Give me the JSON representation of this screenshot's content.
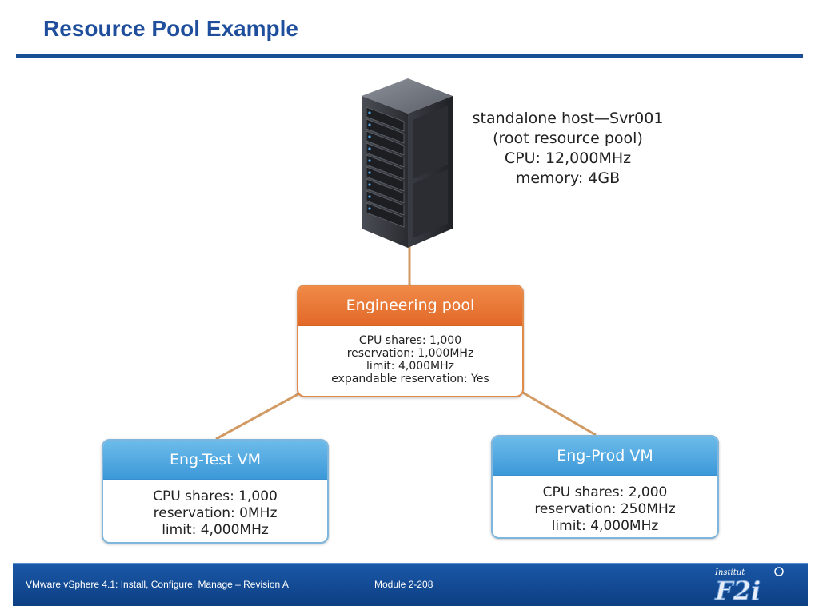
{
  "slide": {
    "title": "Resource Pool Example"
  },
  "host": {
    "lines": [
      "standalone host—Svr001",
      "(root resource pool)",
      "CPU: 12,000MHz",
      "memory: 4GB"
    ]
  },
  "pool": {
    "title": "Engineering pool",
    "lines": [
      "CPU shares: 1,000",
      "reservation: 1,000MHz",
      "limit: 4,000MHz",
      "expandable reservation: Yes"
    ]
  },
  "vms": {
    "test": {
      "title": "Eng-Test VM",
      "lines": [
        "CPU shares: 1,000",
        "reservation: 0MHz",
        "limit: 4,000MHz"
      ]
    },
    "prod": {
      "title": "Eng-Prod VM",
      "lines": [
        "CPU shares: 2,000",
        "reservation: 250MHz",
        "limit: 4,000MHz"
      ]
    }
  },
  "footer": {
    "course": "VMware vSphere 4.1: Install, Configure, Manage – Revision A",
    "module": "Module 2-208"
  },
  "logo": {
    "tagline": "Institut",
    "text": "F2i"
  },
  "colors": {
    "title": "#1f4f9c",
    "rule": "#1a4f95",
    "pool_header": "#e86f2f",
    "vm_header": "#4ea7e0",
    "connector": "#d29a63",
    "footer_bg": "#1a57a7"
  }
}
